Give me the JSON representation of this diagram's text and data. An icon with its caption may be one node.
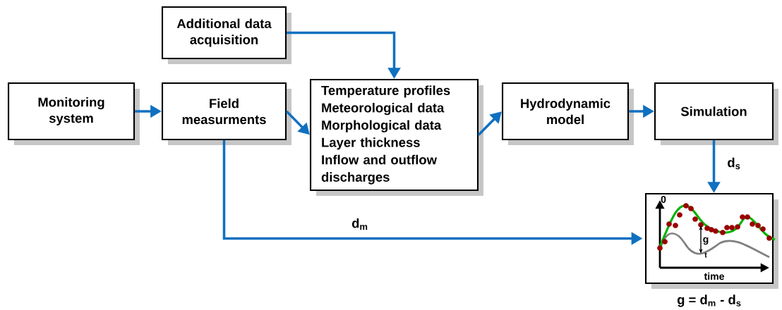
{
  "diagram": {
    "nodes": [
      {
        "text": [
          "Additional data acquisition"
        ]
      },
      {
        "text": [
          "Monitoring system"
        ]
      },
      {
        "text": [
          "Field measurments"
        ]
      },
      {
        "text": [
          "Temperature profiles",
          "Meteorological data",
          "Morphological data",
          "Layer thickness",
          "Inflow and outflow discharges"
        ]
      },
      {
        "text": [
          "Hydrodynamic model"
        ]
      },
      {
        "text": [
          "Simulation"
        ]
      },
      {
        "text": [
          "0",
          "g",
          "t",
          "time"
        ],
        "beside": [
          "g = d$_{m}$ - d$_{s}$"
        ]
      }
    ],
    "edges": [
      {
        "from": 1,
        "to": 2,
        "arrow": "to"
      },
      {
        "from": 2,
        "to": 3,
        "arrow": "to"
      },
      {
        "from": 3,
        "to": 4,
        "arrow": "to"
      },
      {
        "from": 4,
        "to": 5,
        "arrow": "to"
      },
      {
        "from": 0,
        "to": 3,
        "arrow": "to"
      },
      {
        "from": 5,
        "to": 6,
        "arrow": "to",
        "label": "d$_{s}$"
      },
      {
        "from": 2,
        "to": 6,
        "arrow": "to",
        "label": "d$_{m}$"
      }
    ]
  }
}
